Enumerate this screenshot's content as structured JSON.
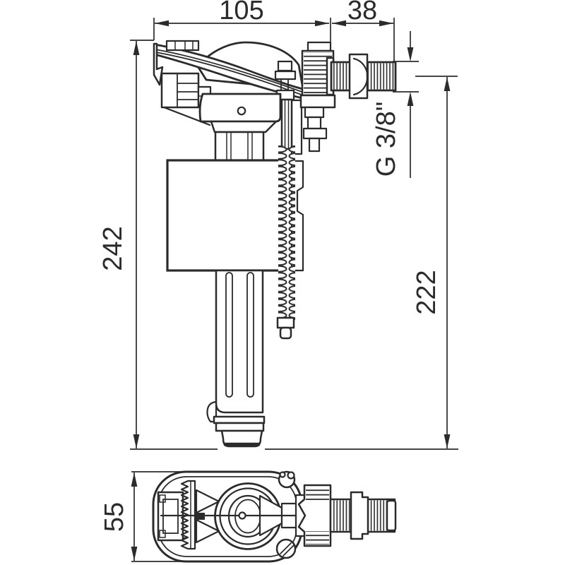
{
  "drawing": {
    "subject": "side-inlet fill valve technical drawing",
    "views": [
      "side-elevation",
      "top-plan"
    ]
  },
  "dims": {
    "width_total": "105",
    "shank_length": "38",
    "height_total": "242",
    "height_from_axis": "222",
    "thread": "G 3/8\"",
    "depth": "55"
  },
  "colors": {
    "line": "#2b2b2b",
    "background": "#ffffff"
  }
}
